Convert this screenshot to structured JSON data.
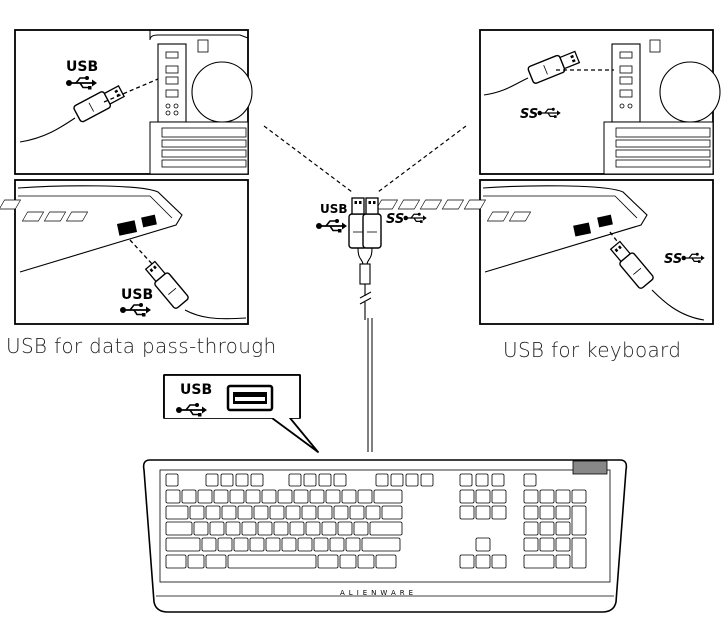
{
  "labels": {
    "usb_1": "USB",
    "usb_2": "USB",
    "usb_center": "USB",
    "usb_callout": "USB",
    "ss_right_top": "SS",
    "ss_right_bottom": "SS",
    "ss_center": "SS",
    "caption_left": "USB for data pass-through",
    "caption_right": "USB for keyboard",
    "brand": "ALIENWARE"
  },
  "icons": [
    "usb-trident-icon",
    "superspeed-usb-icon",
    "usb-port-icon",
    "usb-plug-icon"
  ]
}
